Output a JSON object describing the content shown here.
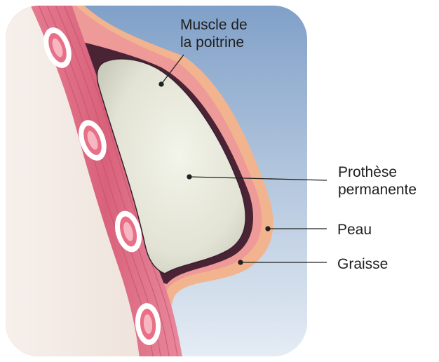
{
  "labels": {
    "muscle": [
      "Muscle de",
      "la poitrine"
    ],
    "prothese": [
      "Prothèse",
      "permanente"
    ],
    "peau": "Peau",
    "graisse": "Graisse"
  },
  "colors": {
    "sky_top": "#7f9fc8",
    "sky_bottom": "#dfe8f2",
    "body_fill": "#f3ebe6",
    "skin": "#f2b38f",
    "muscle": "#e2728a",
    "muscle_dark": "#b63a55",
    "implant": "#e3e4d6",
    "implant_edge": "#3a2030",
    "leader_line": "#222222"
  }
}
